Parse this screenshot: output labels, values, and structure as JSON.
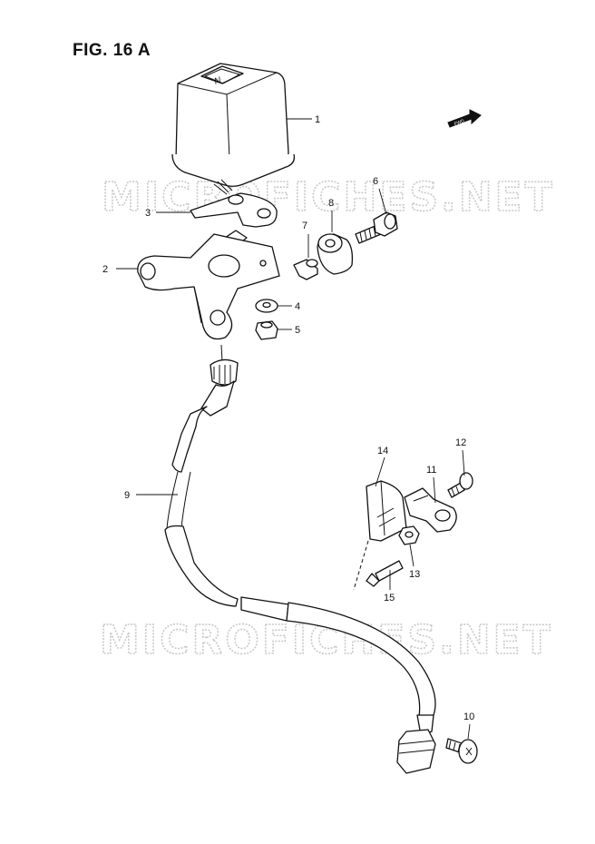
{
  "figure": {
    "title": "FIG. 16 A",
    "fwd_label": "FWD",
    "meter_face_text": "N"
  },
  "watermark": {
    "text": "MICROFICHES.NET"
  },
  "parts": [
    {
      "callout": "1"
    },
    {
      "callout": "2"
    },
    {
      "callout": "3"
    },
    {
      "callout": "4"
    },
    {
      "callout": "5"
    },
    {
      "callout": "6"
    },
    {
      "callout": "7"
    },
    {
      "callout": "8"
    },
    {
      "callout": "9"
    },
    {
      "callout": "10"
    },
    {
      "callout": "11"
    },
    {
      "callout": "12"
    },
    {
      "callout": "13"
    },
    {
      "callout": "14"
    },
    {
      "callout": "15"
    }
  ]
}
